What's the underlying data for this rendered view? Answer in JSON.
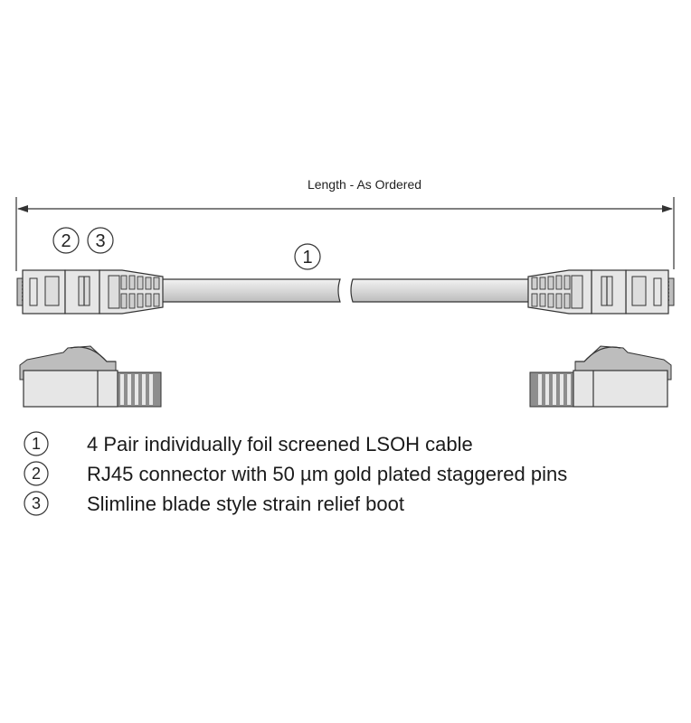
{
  "dimension": {
    "label": "Length - As Ordered"
  },
  "callouts": {
    "cable": "1",
    "connector": "2",
    "boot": "3"
  },
  "legend": [
    {
      "number": "1",
      "text": "4 Pair individually foil screened LSOH cable"
    },
    {
      "number": "2",
      "text": "RJ45 connector with 50 µm gold plated staggered pins"
    },
    {
      "number": "3",
      "text": "Slimline blade style strain relief boot"
    }
  ]
}
